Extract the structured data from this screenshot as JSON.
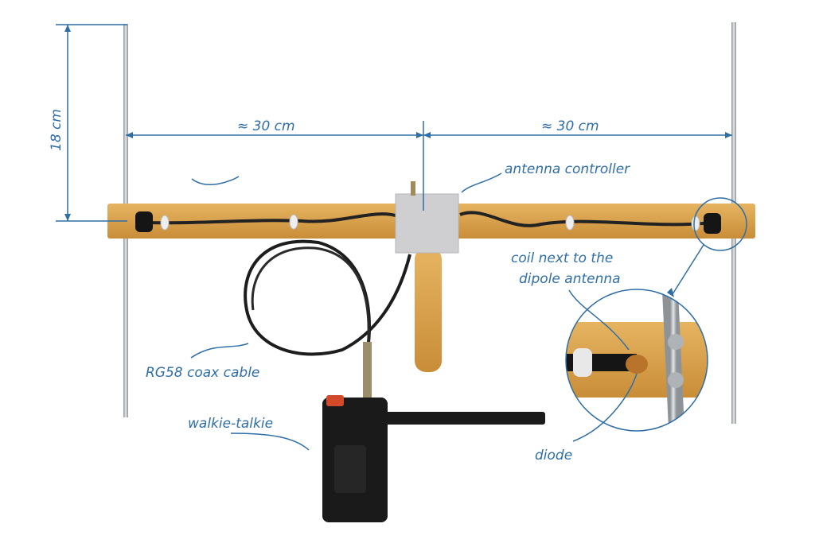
{
  "annotations": {
    "height": "18 cm",
    "left_span": "≈ 30 cm",
    "right_span": "≈ 30 cm",
    "controller": "antenna controller",
    "coil_line1": "coil next to the",
    "coil_line2": "dipole antenna",
    "cable": "RG58 coax cable",
    "radio": "walkie-talkie",
    "diode": "diode"
  },
  "colors": {
    "annotation": "#2f6ea5",
    "wood": "#d9a24e",
    "rod": "#b8bcc0"
  }
}
